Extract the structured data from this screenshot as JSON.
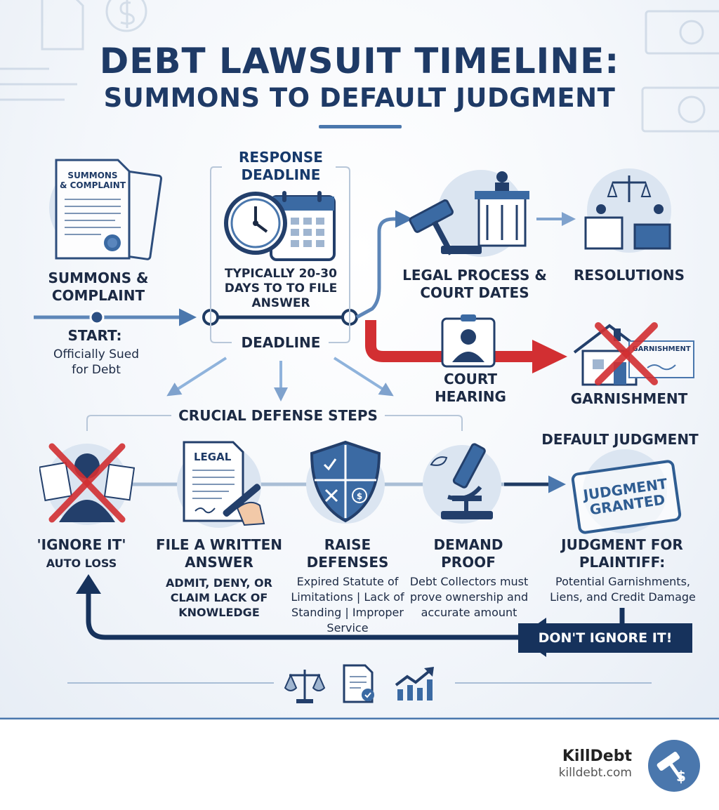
{
  "title": {
    "line1": "DEBT LAWSUIT TIMELINE:",
    "line2": "SUMMONS TO DEFAULT JUDGMENT"
  },
  "summons": {
    "doc_text": "SUMMONS & COMPLAINT",
    "label": "SUMMONS & COMPLAINT",
    "start_label": "START:",
    "start_text": "Officially Sued for Debt"
  },
  "deadline": {
    "header": "RESPONSE DEADLINE",
    "text": "TYPICALLY 20-30 DAYS TO TO FILE ANSWER",
    "footer": "DEADLINE"
  },
  "legal_process": {
    "label": "LEGAL PROCESS & COURT DATES"
  },
  "resolutions": {
    "label": "RESOLUTIONS"
  },
  "court_hearing": {
    "label": "COURT HEARING"
  },
  "garnishment": {
    "label": "GARNISHMENT",
    "doc_text": "GARNISHMENT"
  },
  "defense": {
    "header": "CRUCIAL DEFENSE STEPS",
    "ignore": {
      "title": "'IGNORE IT'",
      "text": "AUTO LOSS"
    },
    "file": {
      "doc_text": "LEGAL",
      "title": "FILE A WRITTEN ANSWER",
      "text": "ADMIT, DENY, OR CLAIM LACK OF KNOWLEDGE"
    },
    "raise": {
      "title": "RAISE DEFENSES",
      "text": "Expired Statute of Limitations | Lack of Standing | Improper Service"
    },
    "proof": {
      "title": "DEMAND PROOF",
      "text": "Debt Collectors must prove ownership and accurate amount"
    }
  },
  "default_judgment": {
    "header": "DEFAULT JUDGMENT",
    "stamp": "JUDGMENT GRANTED",
    "title": "JUDGMENT FOR PLAINTIFF:",
    "text": "Potential Garnishments, Liens, and Credit Damage"
  },
  "banner": {
    "text": "DON'T IGNORE IT!"
  },
  "brand": {
    "name": "KillDebt",
    "url": "killdebt.com"
  },
  "colors": {
    "navy": "#16325c",
    "blue": "#4a77ad",
    "red": "#d22f32",
    "light": "#dfe7f1"
  },
  "icons": [
    "scales-icon",
    "document-check-icon",
    "trend-chart-icon"
  ]
}
